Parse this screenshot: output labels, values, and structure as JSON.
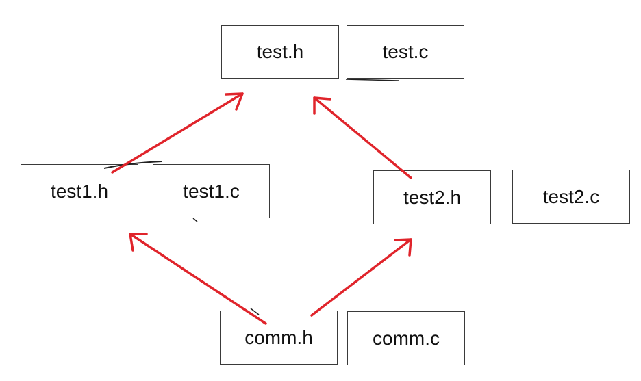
{
  "colors": {
    "arrow": "#e0242b",
    "box_border": "#3a3a3a",
    "text": "#111111"
  },
  "nodes": {
    "test_h": "test.h",
    "test_c": "test.c",
    "test1_h": "test1.h",
    "test1_c": "test1.c",
    "test2_h": "test2.h",
    "test2_c": "test2.c",
    "comm_h": "comm.h",
    "comm_c": "comm.c"
  },
  "edges": [
    {
      "from": "test1.h",
      "to": "test.h"
    },
    {
      "from": "test2.h",
      "to": "test.h"
    },
    {
      "from": "comm.h",
      "to": "test1.h"
    },
    {
      "from": "comm.h",
      "to": "test2.h"
    }
  ]
}
